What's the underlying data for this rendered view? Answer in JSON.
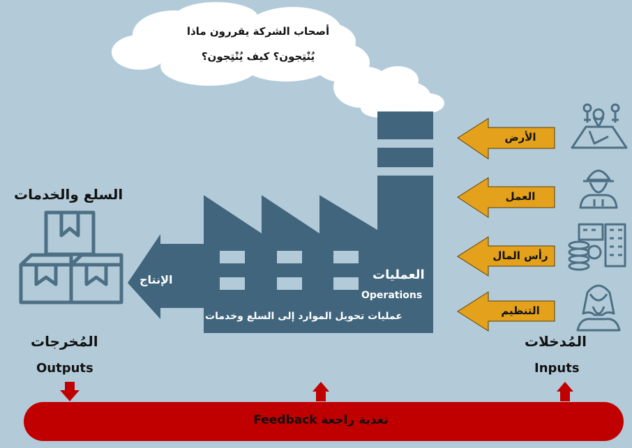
{
  "cloud": {
    "line1": "أصحاب الشركة يقررون ماذا",
    "line2": "يُنْتِجون؟ كيف يُنْتِجون؟"
  },
  "outputs": {
    "goods_services": "السلع والخدمات",
    "title_ar": "المُخرجات",
    "title_en": "Outputs"
  },
  "factory": {
    "production_label": "الإنتاج",
    "operations_ar": "العمليات",
    "operations_en": "Operations",
    "description": "عمليات تحويل الموارد إلى السلع وخدمات"
  },
  "inputs": {
    "items": [
      {
        "label": "الأرض",
        "icon": "land-map-icon"
      },
      {
        "label": "العمل",
        "icon": "worker-icon"
      },
      {
        "label": "رأس المال",
        "icon": "capital-coins-building-icon"
      },
      {
        "label": "التنظيم",
        "icon": "entrepreneur-icon"
      }
    ],
    "title_ar": "المُدخلات",
    "title_en": "Inputs"
  },
  "feedback": {
    "label": "تغذية راجعة  Feedback"
  },
  "colors": {
    "background": "#b3cbd9",
    "factory": "#40657c",
    "input_arrow": "#e4a11c",
    "feedback": "#c00000",
    "icon_stroke": "#4d6f84"
  }
}
